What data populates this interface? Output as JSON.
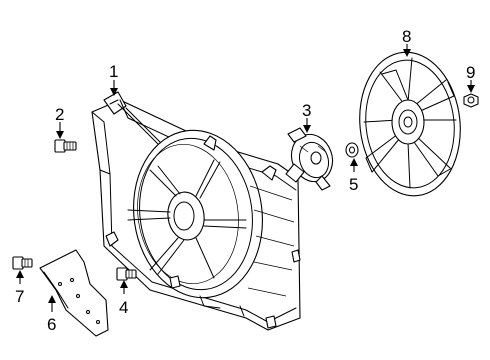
{
  "diagram": {
    "callouts": [
      {
        "id": 1,
        "label": "1"
      },
      {
        "id": 2,
        "label": "2"
      },
      {
        "id": 3,
        "label": "3"
      },
      {
        "id": 4,
        "label": "4"
      },
      {
        "id": 5,
        "label": "5"
      },
      {
        "id": 6,
        "label": "6"
      },
      {
        "id": 7,
        "label": "7"
      },
      {
        "id": 8,
        "label": "8"
      },
      {
        "id": 9,
        "label": "9"
      }
    ]
  }
}
